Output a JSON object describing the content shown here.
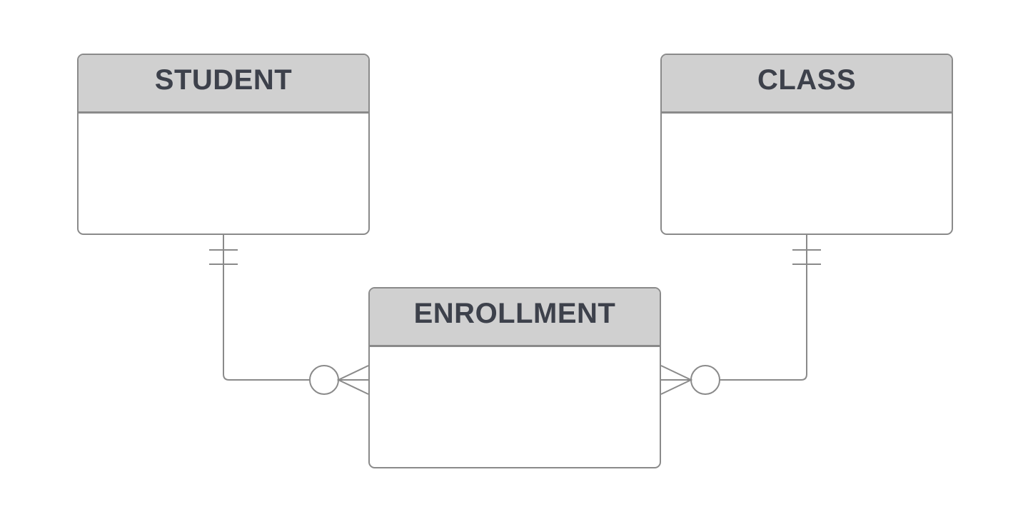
{
  "entities": {
    "student": {
      "title": "STUDENT"
    },
    "class": {
      "title": "CLASS"
    },
    "enrollment": {
      "title": "ENROLLMENT"
    }
  },
  "relationships": [
    {
      "from": "STUDENT",
      "to": "ENROLLMENT",
      "from_cardinality": "one-and-only-one",
      "to_cardinality": "zero-or-many"
    },
    {
      "from": "CLASS",
      "to": "ENROLLMENT",
      "from_cardinality": "one-and-only-one",
      "to_cardinality": "zero-or-many"
    }
  ],
  "colors": {
    "header_fill": "#d0d0d0",
    "border": "#8a8a8a",
    "title_text": "#3d414b",
    "background": "#ffffff"
  }
}
